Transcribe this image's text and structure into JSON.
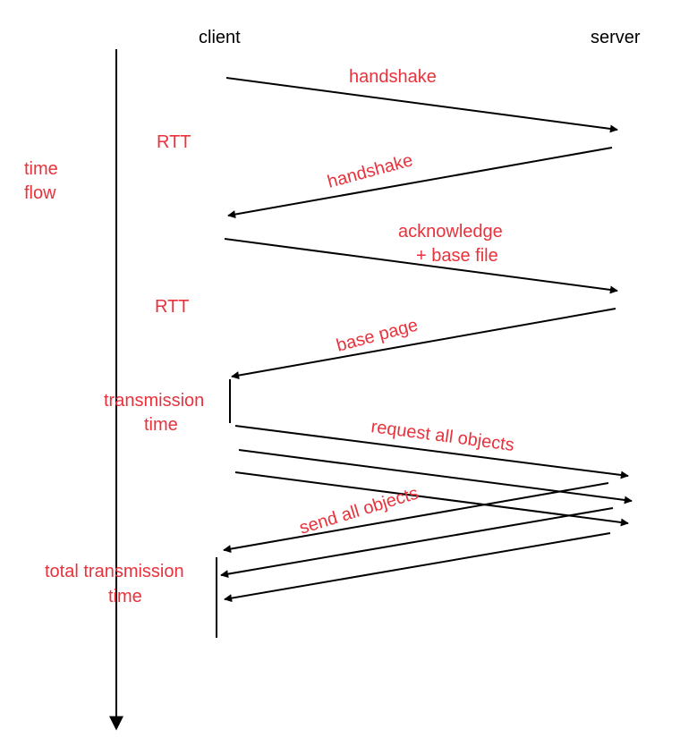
{
  "headers": {
    "client": "client",
    "server": "server"
  },
  "labels": {
    "time_flow_line1": "time",
    "time_flow_line2": "flow",
    "rtt_1": "RTT",
    "rtt_2": "RTT",
    "handshake_1": "handshake",
    "handshake_2": "handshake",
    "ack_line1": "acknowledge",
    "ack_line2": "+ base file",
    "base_page": "base page",
    "transmission_line1": "transmission",
    "transmission_line2": "time",
    "request_all": "request all objects",
    "send_all": "send all objects",
    "total_line1": "total transmission",
    "total_line2": "time"
  },
  "colors": {
    "label_red": "#e8323c",
    "line_black": "#000000"
  }
}
